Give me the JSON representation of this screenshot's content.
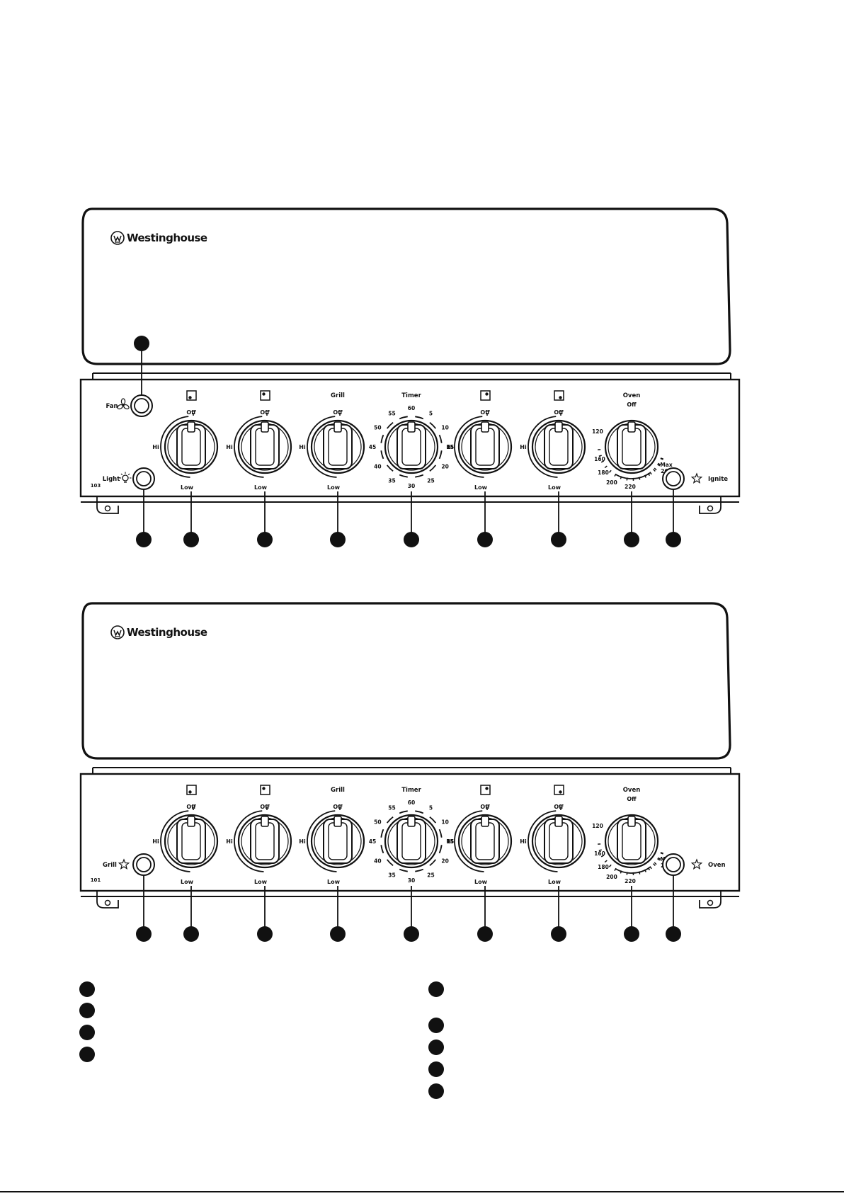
{
  "brand": "Westinghouse",
  "panels": [
    {
      "model": "103",
      "left_upper": {
        "label": "Fan",
        "icon": "fan-icon"
      },
      "left_lower": {
        "label": "Light",
        "icon": "light-bulb-icon"
      },
      "right": {
        "label": "Ignite",
        "icon": "spark-icon"
      }
    },
    {
      "model": "101",
      "left_upper": null,
      "left_lower": {
        "label": "Grill",
        "icon": "spark-icon"
      },
      "right": {
        "label": "Oven",
        "icon": "spark-icon"
      }
    }
  ],
  "burner_labels": {
    "off": "Off",
    "hi": "Hi",
    "low": "Low"
  },
  "grill_label": "Grill",
  "timer": {
    "label": "Timer",
    "marks": [
      "60",
      "5",
      "10",
      "15",
      "20",
      "25",
      "30",
      "35",
      "40",
      "45",
      "50",
      "55"
    ]
  },
  "oven": {
    "label": "Oven",
    "off": "Off",
    "max": "Max",
    "marks": [
      "120",
      "160",
      "180",
      "200",
      "220",
      "260"
    ]
  },
  "burner_position_icons": [
    "front-left",
    "rear-left",
    "rear-right",
    "front-right"
  ],
  "colors": {
    "line": "#111111",
    "fill": "#ffffff"
  }
}
